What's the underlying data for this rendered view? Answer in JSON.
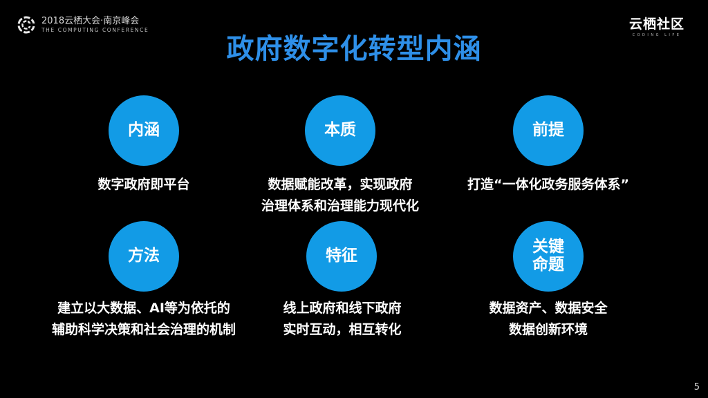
{
  "header": {
    "logo_line1": "2018云栖大会·南京峰会",
    "logo_line2": "THE COMPUTING CONFERENCE",
    "right_logo_main": "云栖社区",
    "right_logo_sub": "CODING LIFE"
  },
  "title": "政府数字化转型内涵",
  "items": [
    {
      "label": "内涵",
      "desc_lines": [
        "数字政府即平台"
      ]
    },
    {
      "label": "本质",
      "desc_lines": [
        "数据赋能改革，实现政府",
        "治理体系和治理能力现代化"
      ]
    },
    {
      "label": "前提",
      "desc_lines": [
        "打造“一体化政务服务体系”"
      ]
    },
    {
      "label": "方法",
      "desc_lines": [
        "建立以大数据、AI等为依托的",
        "辅助科学决策和社会治理的机制"
      ]
    },
    {
      "label": "特征",
      "desc_lines": [
        "线上政府和线下政府",
        "实时互动，相互转化"
      ]
    },
    {
      "label_lines": [
        "关键",
        "命题"
      ],
      "desc_lines": [
        "数据资产、数据安全",
        "数据创新环境"
      ]
    }
  ],
  "page_number": "5",
  "colors": {
    "title": "#2e8fe8",
    "circle": "#129be6",
    "background": "#000000"
  }
}
